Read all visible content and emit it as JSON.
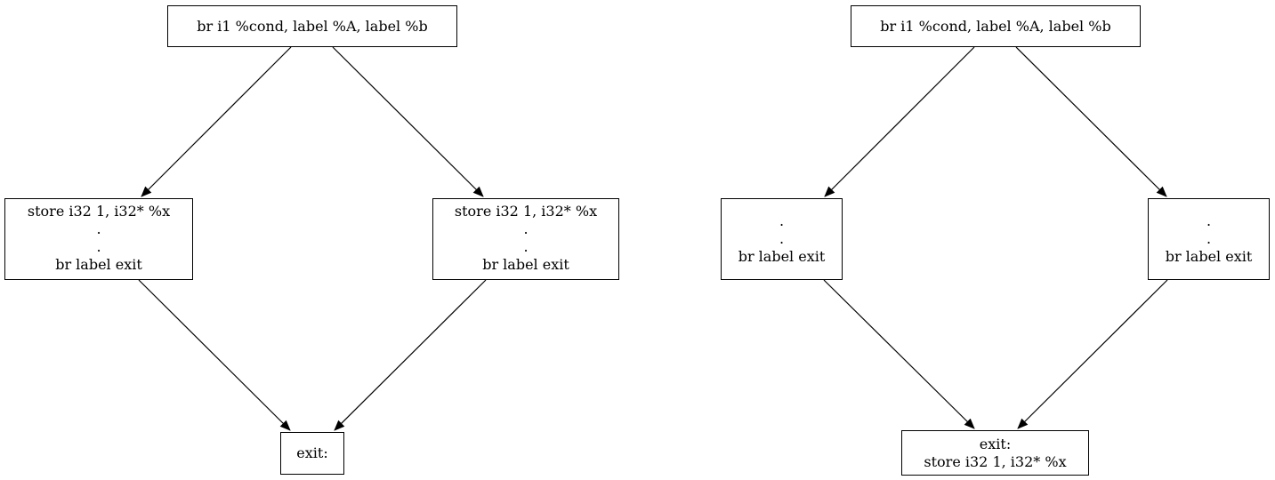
{
  "left_graph": {
    "entry": "br i1 %cond, label %A, label %b",
    "block_a": {
      "line1": "store i32 1, i32* %x",
      "dot1": ".",
      "dot2": ".",
      "line_last": "br label exit"
    },
    "block_b": {
      "line1": "store i32 1, i32* %x",
      "dot1": ".",
      "dot2": ".",
      "line_last": "br label exit"
    },
    "exit": "exit:"
  },
  "right_graph": {
    "entry": "br i1 %cond, label %A, label %b",
    "block_a": {
      "dot1": ".",
      "dot2": ".",
      "line_last": "br label exit"
    },
    "block_b": {
      "dot1": ".",
      "dot2": ".",
      "line_last": "br label exit"
    },
    "exit": {
      "line1": "exit:",
      "line2": "store i32 1, i32* %x"
    }
  }
}
